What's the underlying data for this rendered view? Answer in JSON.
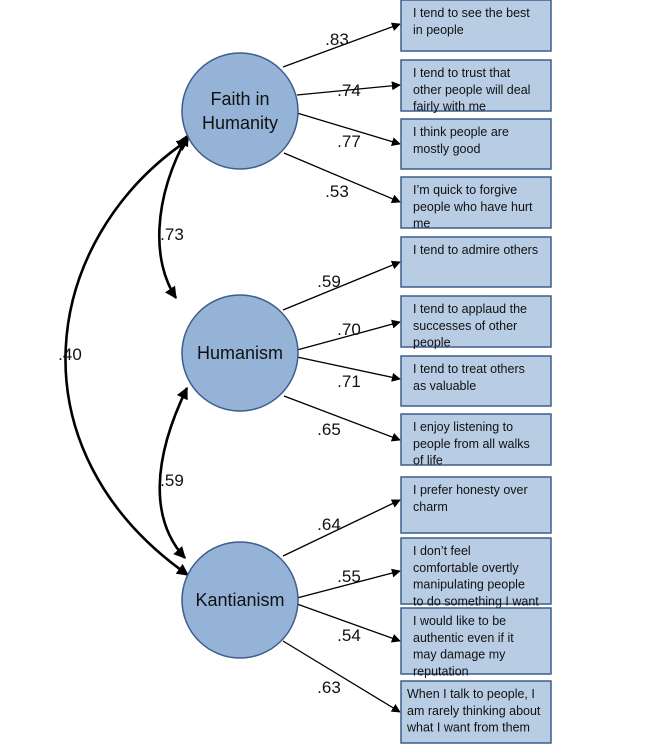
{
  "factors": [
    {
      "id": "faith",
      "lines": [
        "Faith in",
        "Humanity"
      ]
    },
    {
      "id": "humanism",
      "lines": [
        "Humanism"
      ]
    },
    {
      "id": "kantianism",
      "lines": [
        "Kantianism"
      ]
    }
  ],
  "correlations": {
    "faith_humanism": ".73",
    "humanism_kantianism": ".59",
    "faith_kantianism": ".40"
  },
  "items": [
    {
      "factor": "faith",
      "loading": ".83",
      "lines": [
        "I tend to see the best",
        "in people"
      ]
    },
    {
      "factor": "faith",
      "loading": ".74",
      "lines": [
        "I tend to trust that",
        "other people will deal",
        "fairly with me"
      ]
    },
    {
      "factor": "faith",
      "loading": ".77",
      "lines": [
        "I think people are",
        "mostly good"
      ]
    },
    {
      "factor": "faith",
      "loading": ".53",
      "lines": [
        "I’m quick to forgive",
        "people who have hurt",
        "me"
      ]
    },
    {
      "factor": "humanism",
      "loading": ".59",
      "lines": [
        "I tend to admire others"
      ]
    },
    {
      "factor": "humanism",
      "loading": ".70",
      "lines": [
        "I tend to applaud the",
        "successes of other",
        "people"
      ]
    },
    {
      "factor": "humanism",
      "loading": ".71",
      "lines": [
        "I tend to treat others",
        "as valuable"
      ]
    },
    {
      "factor": "humanism",
      "loading": ".65",
      "lines": [
        "I enjoy listening to",
        "people from all walks",
        "of life"
      ]
    },
    {
      "factor": "kantianism",
      "loading": ".64",
      "lines": [
        "I prefer honesty over",
        "charm"
      ]
    },
    {
      "factor": "kantianism",
      "loading": ".55",
      "lines": [
        "I don’t feel",
        "comfortable overtly",
        "manipulating people",
        "to do something I want"
      ]
    },
    {
      "factor": "kantianism",
      "loading": ".54",
      "lines": [
        "I would like to be",
        "authentic even if it",
        "may damage my",
        "reputation"
      ]
    },
    {
      "factor": "kantianism",
      "loading": ".63",
      "lines": [
        "When I talk to people, I",
        "am rarely thinking about",
        "what I want from them"
      ]
    }
  ],
  "colors": {
    "node_fill": "#95b3d7",
    "node_stroke": "#3b5e8c",
    "box_fill": "#b8cce4",
    "box_stroke": "#3b5e8c",
    "line": "#000000"
  }
}
